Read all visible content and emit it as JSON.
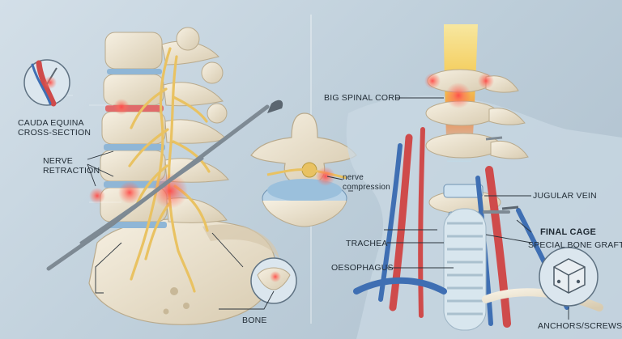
{
  "labels": {
    "cauda_equina": [
      "CAUDA EQUINA",
      "CROSS-SECTION"
    ],
    "nerve_retraction": [
      "NERVE",
      "RETRACTION"
    ],
    "nerve_compression": [
      "nerve",
      "compression"
    ],
    "bone": "BONE",
    "big_spinal_cord": "BIG SPINAL CORD",
    "jugular_vein": "JUGULAR VEIN",
    "trachea": "TRACHEA",
    "oesophagus": "OESOPHAGUS",
    "final_cage": "FINAL CAGE",
    "special_bone_graft": "SPECIAL BONE GRAFT",
    "anchors_screws": "ANCHORS/SCREWS"
  },
  "colors": {
    "background": "#c3d3de",
    "bone": "#ece3cf",
    "bone_shadow": "#c9bba0",
    "disc": "#8fb6d6",
    "nerve": "#e9c262",
    "highlight": "#e8363c",
    "artery": "#cf4b4b",
    "vein": "#3f6fb3",
    "trachea": "#d8e6ee",
    "instrument": "#5b6670",
    "text": "#1f2a33"
  }
}
